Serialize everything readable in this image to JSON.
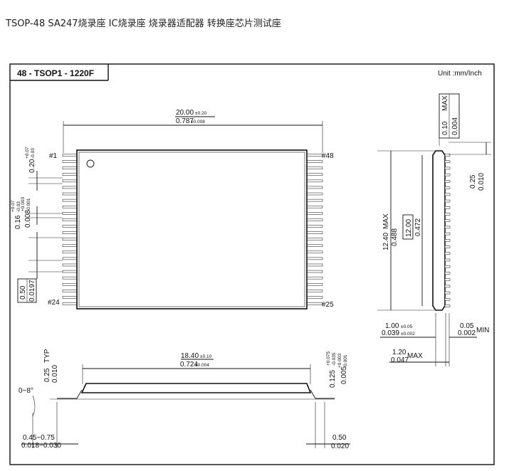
{
  "caption": "TSOP-48 SA247烧录座 IC烧录座 烧录器适配器 转换座芯片测试座",
  "frame": {
    "package_name": "48 - TSOP1 - 1220F",
    "unit": "Unit :mm/Inch"
  },
  "pins": {
    "pin1": "#1",
    "pin24": "#24",
    "pin25": "#25",
    "pin48": "#48"
  },
  "dims": {
    "length_mm": "20.00",
    "length_mm_tol": "±0.20",
    "length_in": "0.787",
    "length_in_tol": "±0.008",
    "lead_width": "0.20",
    "lead_width_tol_plus": "+0.07",
    "lead_width_tol_minus": "-0.03",
    "lead_width2": "0.16",
    "lead_width2_tol_plus": "+0.07",
    "lead_width2_tol_minus": "-0.03",
    "lead_width2_in": "0.008",
    "lead_width2_in_tol_plus": "+0.003",
    "lead_width2_in_tol_minus": "-0.001",
    "pitch_mm": "0.50",
    "pitch_in": "0.0197",
    "width_max_mm": "12.40",
    "width_max_label": "MAX",
    "width_max_in": "0.488",
    "width_mm": "12.00",
    "width_in": "0.472",
    "thick_max_mm": "0.10",
    "thick_max_label": "MAX",
    "thick_max_in": "0.004",
    "standoff_mm": "0.25",
    "standoff_in": "0.010",
    "body_h_mm": "1.00",
    "body_h_mm_tol": "±0.05",
    "body_h_in": "0.039",
    "body_h_in_tol": "±0.002",
    "min_mm": "0.05",
    "min_in": "0.002",
    "min_label": "MIN",
    "total_h_mm": "1.20",
    "total_h_in": "0.047",
    "total_h_label": "MAX",
    "body_len_mm": "18.40",
    "body_len_mm_tol": "±0.10",
    "body_len_in": "0.724",
    "body_len_in_tol": "±0.004",
    "typ_mm": "0.25",
    "typ_label": "TYP",
    "typ_in": "0.010",
    "lead_t_mm": "0.125",
    "lead_t_mm_tol_plus": "+0.075",
    "lead_t_mm_tol_minus": "-0.035",
    "lead_t_in": "0.005",
    "lead_t_in_tol_plus": "+0.003",
    "lead_t_in_tol_minus": "-0.001",
    "angle": "0~8°",
    "foot_mm": "0.45~0.75",
    "foot_in": "0.018~0.030",
    "foot2_mm": "0.50",
    "foot2_in": "0.020"
  }
}
